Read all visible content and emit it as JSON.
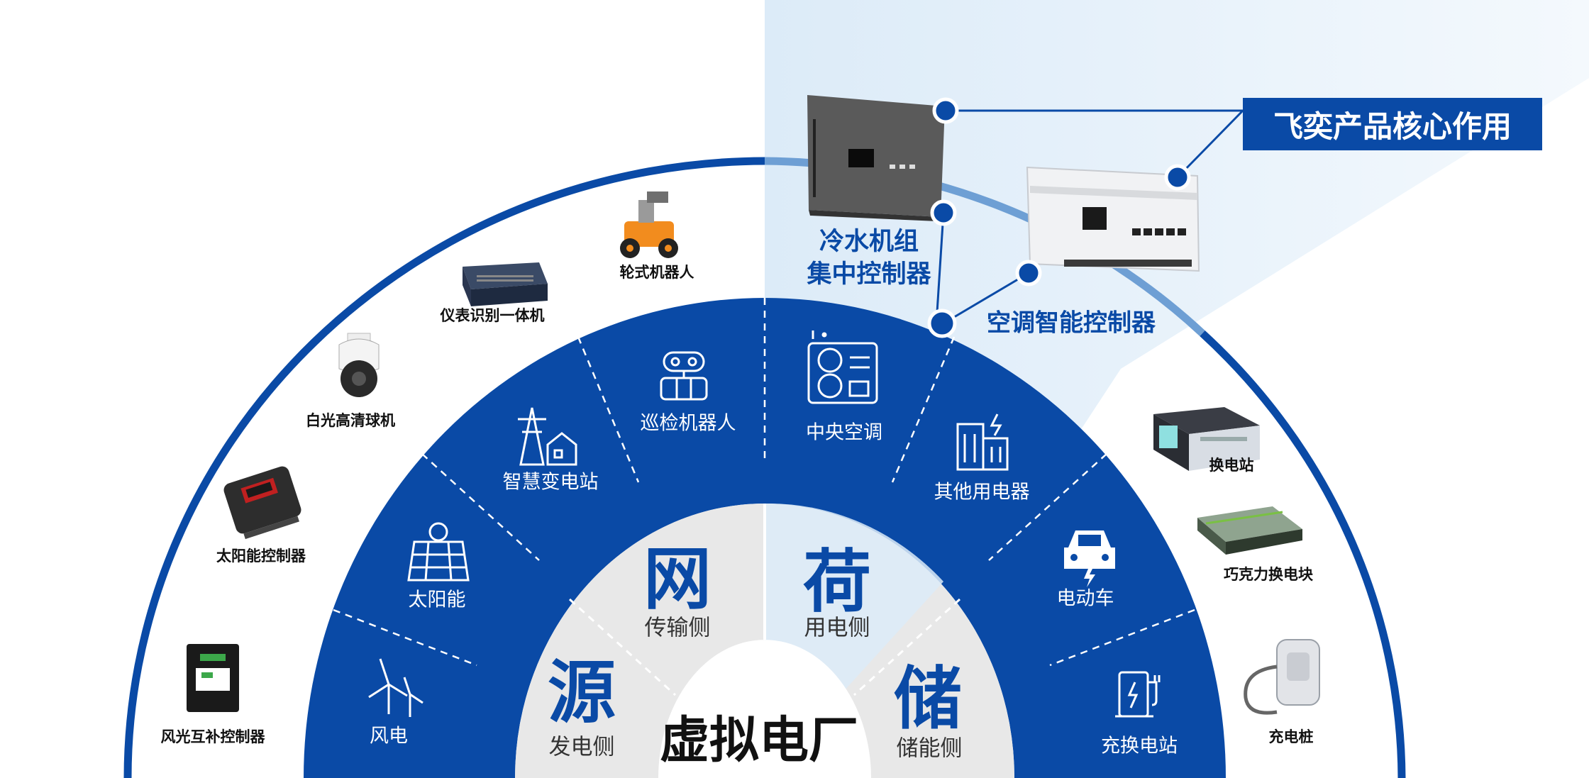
{
  "center_title": "虚拟电厂",
  "sections": [
    {
      "char": "源",
      "label": "发电侧"
    },
    {
      "char": "网",
      "label": "传输侧"
    },
    {
      "char": "荷",
      "label": "用电侧"
    },
    {
      "char": "储",
      "label": "储能侧"
    }
  ],
  "ring_segments": [
    {
      "label": "风电",
      "icon": "wind-turbine-icon"
    },
    {
      "label": "太阳能",
      "icon": "solar-panel-icon"
    },
    {
      "label": "智慧变电站",
      "icon": "substation-icon"
    },
    {
      "label": "巡检机器人",
      "icon": "robot-icon"
    },
    {
      "label": "中央空调",
      "icon": "central-ac-icon"
    },
    {
      "label": "其他用电器",
      "icon": "building-icon"
    },
    {
      "label": "电动车",
      "icon": "electric-car-icon"
    },
    {
      "label": "充换电站",
      "icon": "charging-station-icon"
    }
  ],
  "outer_devices": [
    {
      "label": "风光互补控制器",
      "icon": "wind-solar-controller-image"
    },
    {
      "label": "太阳能控制器",
      "icon": "solar-controller-image"
    },
    {
      "label": "白光高清球机",
      "icon": "dome-camera-image"
    },
    {
      "label": "仪表识别一体机",
      "icon": "meter-recognition-box-image"
    },
    {
      "label": "轮式机器人",
      "icon": "wheeled-robot-image"
    },
    {
      "label": "换电站",
      "icon": "battery-swap-station-image"
    },
    {
      "label": "巧克力换电块",
      "icon": "battery-block-image"
    },
    {
      "label": "充电桩",
      "icon": "charging-pile-image"
    }
  ],
  "products": {
    "chiller": {
      "name_line1": "冷水机组",
      "name_line2": "集中控制器",
      "brand": "飞奕"
    },
    "ac": {
      "name": "空调智能控制器",
      "brand": "飞奕"
    }
  },
  "callout": "飞奕产品核心作用",
  "colors": {
    "blue": "#0a4aa6",
    "light_blue": "#e6f1fb",
    "gray_sector": "#e8e8e8"
  }
}
